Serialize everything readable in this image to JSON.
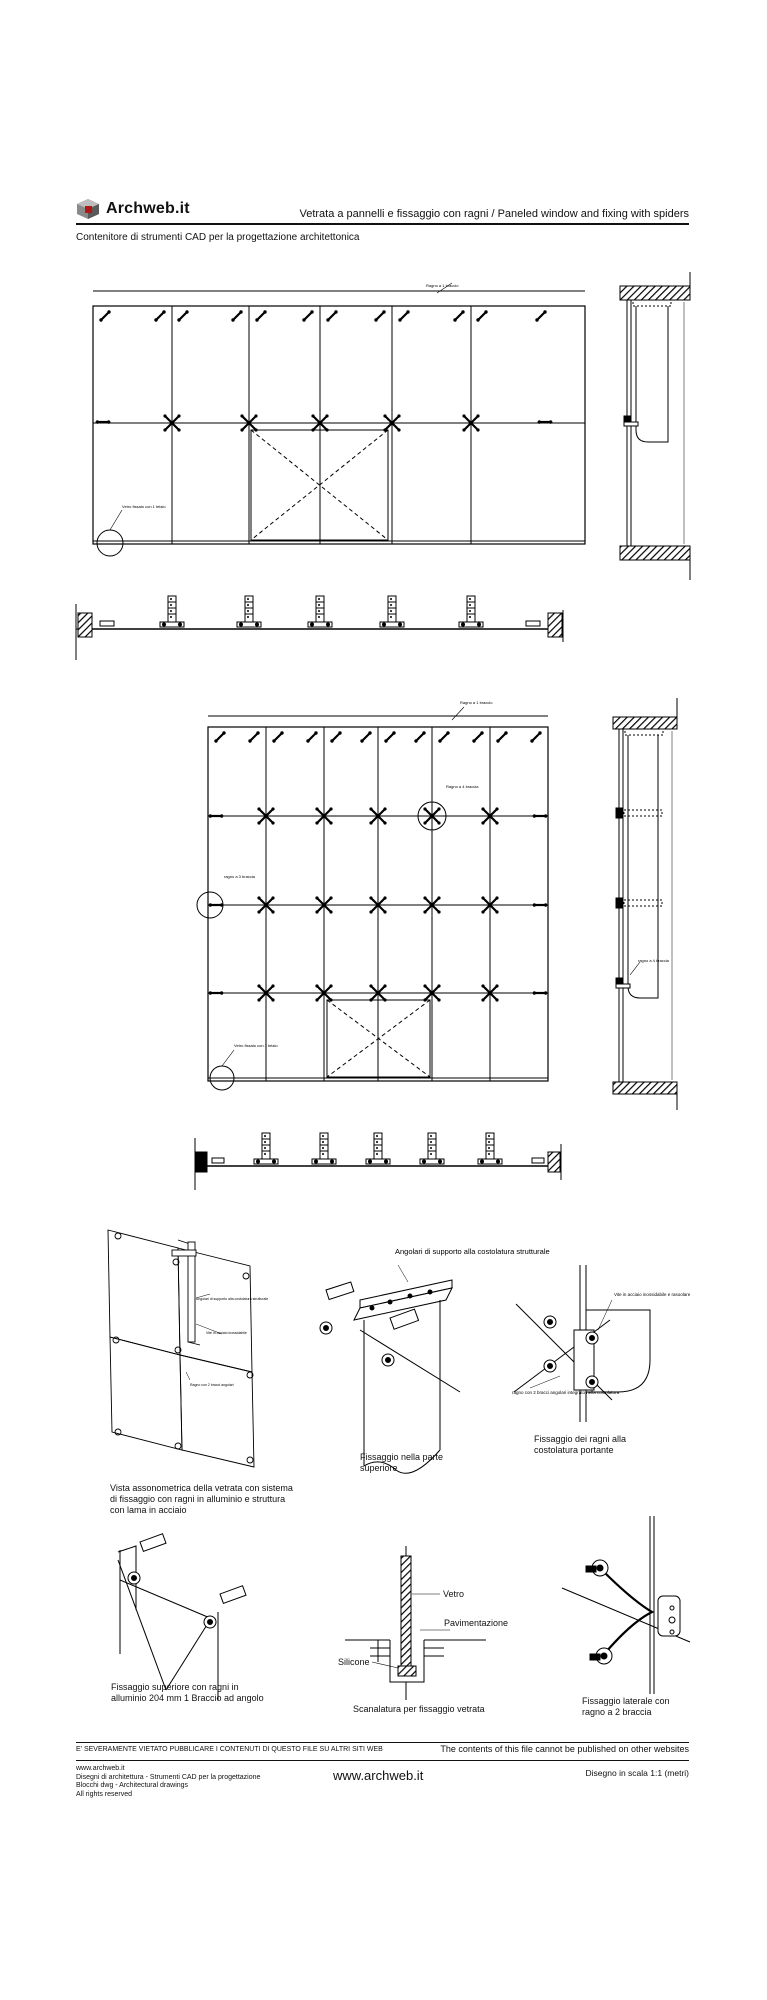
{
  "brand": {
    "name": "Archweb.it"
  },
  "header": {
    "title": "Vetrata a pannelli e fissaggio con ragni  /  Paneled window and fixing with spiders",
    "subtitle": "Contenitore di strumenti CAD per la progettazione architettonica"
  },
  "drawing1": {
    "label_spider": "Ragno a 1 braccio",
    "label_detail": "Vetro fissato con 1 telaio"
  },
  "drawing2": {
    "label_top": "Ragno a 1 braccio",
    "label_center": "Ragno a 4 braccia",
    "label_left": "ragno a 3 braccia",
    "label_bottom": "Vetro fissato con 1 telaio",
    "label_side": "ragno a 4 braccia"
  },
  "axonometric": {
    "note1": "Angolari di supporto alla costolatura strutturale",
    "note2": "Vite in acciaio inossidabile",
    "note3": "Ragno con 2 bracci angolari",
    "caption": "Vista assonometrica della vetrata con sistema di fissaggio con ragni in alluminio e struttura con lama in acciaio"
  },
  "details": {
    "support_title": "Angolari di supporto alla costolatura strutturale",
    "support_caption": "Fissaggio nella parte superiore",
    "spider_note1": "Vite in acciaio inossidabile e rasoolare",
    "spider_note2": "ragno con 2 bracci angolari integrato nella costolatura",
    "spider_caption": "Fissaggio dei ragni alla costolatura portante",
    "top_fix_caption": "Fissaggio superiore con ragni in alluminio 204 mm 1 Braccio ad angolo",
    "section_vetro": "Vetro",
    "section_pavimentazione": "Pavimentazione",
    "section_silicone": "Silicone",
    "section_caption": "Scanalatura per fissaggio vetrata",
    "side_caption": "Fissaggio laterale con ragno a 2 braccia"
  },
  "footer": {
    "warning": "E' SEVERAMENTE VIETATO PUBBLICARE I CONTENUTI DI QUESTO FILE SU ALTRI SITI WEB",
    "warning_en": "The contents of this file cannot be published on other websites",
    "meta_line1": "www.archweb.it",
    "meta_line2": "Disegni di architettura - Strumenti CAD  per la progettazione",
    "meta_line3": "Blocchi dwg - Architectural drawings",
    "meta_line4": "All rights reserved",
    "url": "www.archweb.it",
    "scale": "Disegno in scala 1:1 (metri)"
  }
}
